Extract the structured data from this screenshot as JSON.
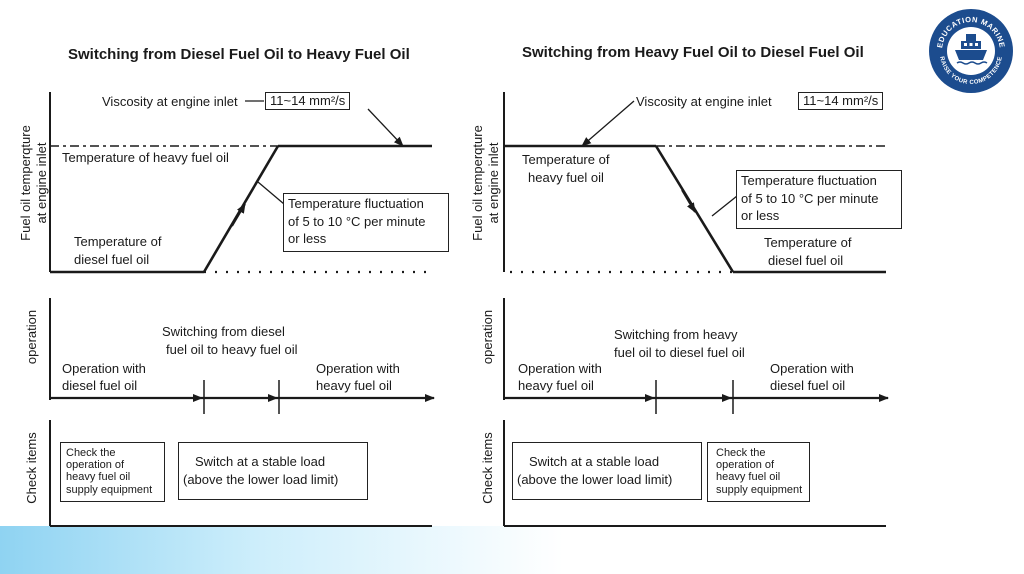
{
  "left": {
    "title": "Switching from Diesel Fuel Oil to Heavy Fuel Oil",
    "ylabel_temp_1": "Fuel oil temperqture",
    "ylabel_temp_2": "at engine inlet",
    "ylabel_operation": "operation",
    "ylabel_check": "Check items",
    "viscosity_label": "Viscosity at engine inlet",
    "viscosity_value": "11~14 mm²/s",
    "hfo_temp": "Temperature of heavy fuel oil",
    "dfo_temp_1": "Temperature of",
    "dfo_temp_2": "diesel fuel oil",
    "fluct_1": "Temperature fluctuation",
    "fluct_2": "of 5 to 10 °C per minute",
    "fluct_3": "or less",
    "switch_1": "Switching from diesel",
    "switch_2": "fuel oil to heavy fuel oil",
    "op_start_1": "Operation with",
    "op_start_2": "diesel fuel oil",
    "op_end_1": "Operation with",
    "op_end_2": "heavy fuel oil",
    "check_1": "Check the",
    "check_2": "operation of",
    "check_3": "heavy fuel oil",
    "check_4": "supply equipment",
    "stable_1": "Switch at a stable load",
    "stable_2": "(above the lower load limit)"
  },
  "right": {
    "title": "Switching from Heavy Fuel Oil to Diesel Fuel Oil",
    "ylabel_temp_1": "Fuel oil temperqture",
    "ylabel_temp_2": "at engine inlet",
    "ylabel_operation": "operation",
    "ylabel_check": "Check items",
    "viscosity_label": "Viscosity at engine inlet",
    "viscosity_value": "11~14 mm²/s",
    "hfo_temp_1": "Temperature of",
    "hfo_temp_2": "heavy fuel oil",
    "dfo_temp_1": "Temperature of",
    "dfo_temp_2": "diesel fuel oil",
    "fluct_1": "Temperature fluctuation",
    "fluct_2": "of 5 to 10 °C per minute",
    "fluct_3": "or less",
    "switch_1": "Switching from heavy",
    "switch_2": "fuel oil to diesel fuel oil",
    "op_start_1": "Operation with",
    "op_start_2": "heavy fuel oil",
    "op_end_1": "Operation with",
    "op_end_2": "diesel fuel oil",
    "stable_1": "Switch at a stable load",
    "stable_2": "(above the lower load limit)",
    "check_1": "Check the",
    "check_2": "operation of",
    "check_3": "heavy fuel oil",
    "check_4": "supply equipment"
  },
  "logo": {
    "top_text": "EDUCATION MARINE",
    "bottom_text": "RAISE YOUR COMPETENCE"
  },
  "colors": {
    "logo_blue": "#1c4c8e",
    "band": "#8fd3f2"
  }
}
